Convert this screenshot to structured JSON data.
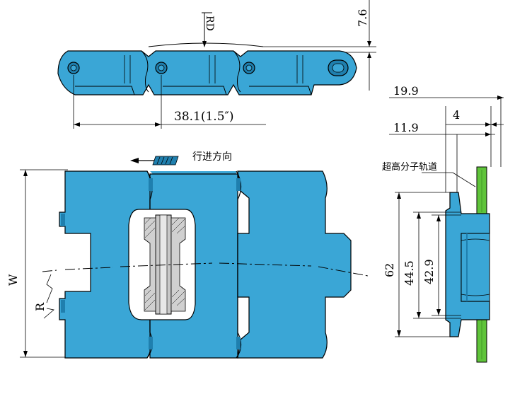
{
  "labels": {
    "rd": "RD",
    "height_top": "7.6",
    "pitch": "38.1(1.5″)",
    "direction": "行进方向",
    "dim_19_9": "19.9",
    "dim_4": "4",
    "dim_11_9": "11.9",
    "track": "超高分子轨道",
    "dim_62": "62",
    "dim_44_5": "44.5",
    "dim_42_9": "42.9",
    "w": "W",
    "r": "R"
  },
  "colors": {
    "chain_blue": "#3aa6d6",
    "chain_blue_dark": "#1f7fae",
    "track_green": "#5fc43a",
    "line": "#000000"
  }
}
